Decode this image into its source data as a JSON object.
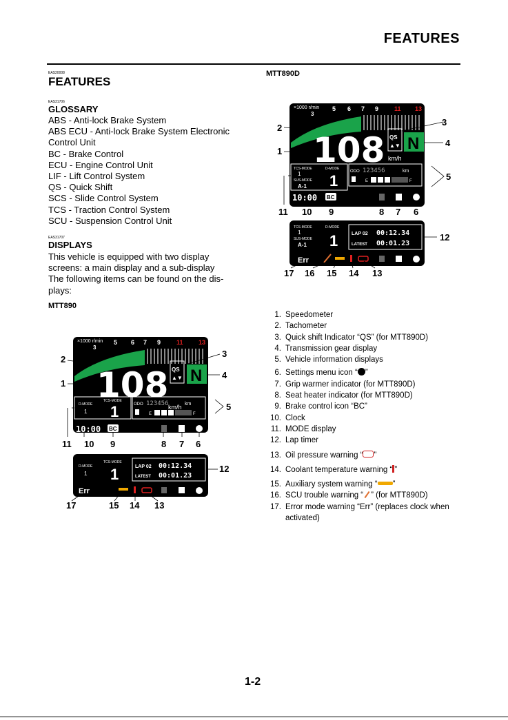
{
  "header": {
    "title": "FEATURES"
  },
  "sections": {
    "features_code": "EAS20008",
    "features_title": "FEATURES",
    "glossary_code": "EAS31706",
    "glossary_title": "GLOSSARY",
    "glossary_items": [
      "ABS - Anti-lock Brake System",
      "ABS ECU - Anti-lock Brake System Electronic",
      "Control Unit",
      "BC - Brake Control",
      "ECU - Engine Control Unit",
      "LIF - Lift Control System",
      "QS - Quick Shift",
      "SCS - Slide Control System",
      "TCS - Traction Control System",
      "SCU - Suspension Control Unit"
    ],
    "displays_code": "EAS31707",
    "displays_title": "DISPLAYS",
    "displays_body": [
      "This vehicle is equipped with two display",
      "screens: a main display and a sub-display",
      "The following items can be found on the dis-",
      "plays:"
    ],
    "model_a": "MTT890",
    "model_b": "MTT890D"
  },
  "dash": {
    "rpm_label": "×1000 r/min",
    "rpm_ticks": [
      "3",
      "5",
      "6",
      "7",
      "9",
      "11",
      "13"
    ],
    "speed": "108",
    "speed_unit": "km/h",
    "qs": "QS",
    "gear": "N",
    "tcs": "TCS-MODE",
    "tcs_val": "1",
    "sus": "SUS-MODE",
    "sus_val": "A-1",
    "dmode": "D-MODE",
    "dmode_val": "1",
    "odo_label": "ODO",
    "odo": "123456",
    "odo_unit": "km",
    "fuel_e": "E",
    "fuel_f": "F",
    "clock": "10:00",
    "bc": "BC",
    "lap_label": "LAP 02",
    "lap_time": "00:12.34",
    "latest_label": "LATEST",
    "latest_time": "00:01.23",
    "err": "Err"
  },
  "callouts_a_top": [
    "2",
    "1",
    "3",
    "4",
    "5",
    "11",
    "10",
    "9",
    "8",
    "7",
    "6"
  ],
  "callouts_a_bottom": [
    "12",
    "17",
    "15",
    "14",
    "13"
  ],
  "callouts_b_top": [
    "3",
    "2",
    "1",
    "4",
    "5",
    "11",
    "10",
    "9",
    "8",
    "7",
    "6"
  ],
  "callouts_b_bottom": [
    "12",
    "17",
    "16",
    "15",
    "14",
    "13"
  ],
  "legend": [
    {
      "num": "1.",
      "text": "Speedometer"
    },
    {
      "num": "2.",
      "text": "Tachometer"
    },
    {
      "num": "3.",
      "text": "Quick shift Indicator “QS” (for MTT890D)"
    },
    {
      "num": "4.",
      "text": "Transmission gear display"
    },
    {
      "num": "5.",
      "text": "Vehicle information displays"
    },
    {
      "num": "6.",
      "text": "Settings menu icon “",
      "icon": "gear-icon",
      "tail": "”"
    },
    {
      "num": "7.",
      "text": "Grip warmer indicator (for MTT890D)"
    },
    {
      "num": "8.",
      "text": "Seat heater indicator (for MTT890D)"
    },
    {
      "num": "9.",
      "text": "Brake control icon “BC”"
    },
    {
      "num": "10.",
      "text": "Clock"
    },
    {
      "num": "11.",
      "text": "MODE display"
    },
    {
      "num": "12.",
      "text": "Lap timer"
    },
    {
      "num": "13.",
      "text": "Oil pressure warning “",
      "icon": "oil-icon",
      "tail": "”"
    },
    {
      "num": "14.",
      "text": "Coolant temperature warning “",
      "icon": "temp-icon",
      "tail": "”"
    },
    {
      "num": "15.",
      "text": "Auxiliary system warning “",
      "icon": "wrench-icon",
      "tail": "”"
    },
    {
      "num": "16.",
      "text": "SCU trouble warning “",
      "icon": "scu-icon",
      "tail": "” (for MTT890D)"
    },
    {
      "num": "17.",
      "text": "Error mode warning “Err” (replaces clock when activated)"
    }
  ],
  "footer": {
    "page": "1-2"
  },
  "colors": {
    "green": "#1aa34a",
    "red": "#e02020",
    "amber": "#f0a800",
    "dash_bg": "#000000"
  }
}
